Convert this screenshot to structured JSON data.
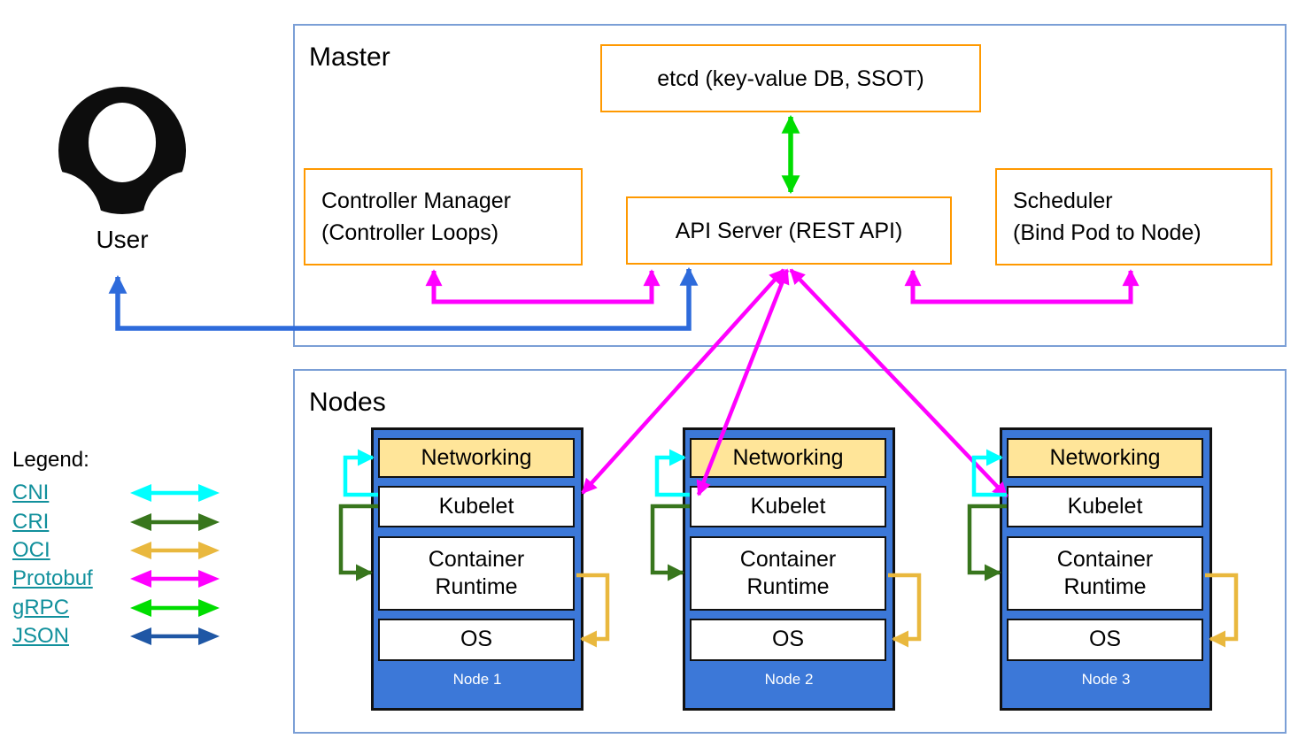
{
  "user": {
    "label": "User"
  },
  "master": {
    "title": "Master",
    "etcd": "etcd (key-value DB, SSOT)",
    "controller_manager_line1": "Controller Manager",
    "controller_manager_line2": "(Controller Loops)",
    "api_server": "API Server (REST API)",
    "scheduler_line1": "Scheduler",
    "scheduler_line2": "(Bind Pod to Node)"
  },
  "nodes_section": {
    "title": "Nodes",
    "layers": {
      "networking": "Networking",
      "kubelet": "Kubelet",
      "container_runtime": "Container\nRuntime",
      "os": "OS"
    },
    "node_labels": [
      "Node 1",
      "Node 2",
      "Node 3"
    ]
  },
  "legend": {
    "title": "Legend:",
    "items": [
      {
        "label": "CNI",
        "color": "#00ffff"
      },
      {
        "label": "CRI",
        "color": "#38761d"
      },
      {
        "label": "OCI",
        "color": "#e9b83e"
      },
      {
        "label": "Protobuf",
        "color": "#ff00ff"
      },
      {
        "label": "gRPC",
        "color": "#00dd00"
      },
      {
        "label": "JSON",
        "color": "#1f57a5"
      }
    ]
  },
  "colors": {
    "orange_border": "#ff9900",
    "section_border": "#7b9fd6",
    "node_fill": "#3c78d8",
    "networking_fill": "#ffe599",
    "user_arrow": "#2e6bdb",
    "link_text": "#11909c",
    "icon_black": "#0d0d0d"
  }
}
